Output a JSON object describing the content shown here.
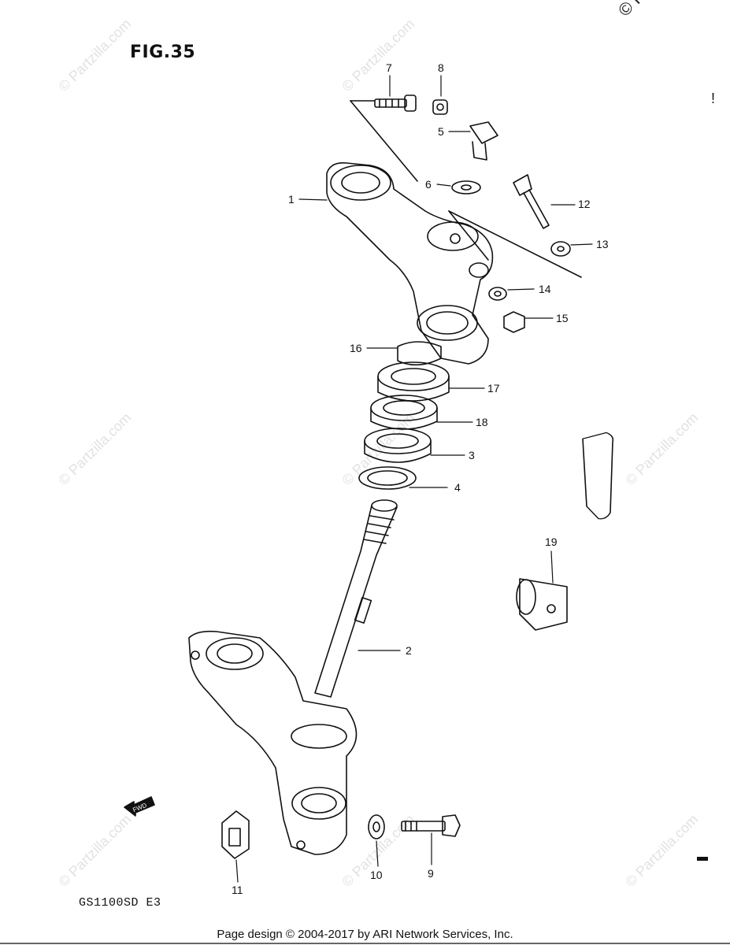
{
  "figure": {
    "title": "FIG.35",
    "model": "GS1100SD E3"
  },
  "corner_mark": "© Partzilla",
  "watermark_text": "© Partzilla.com",
  "footer": {
    "text": "Page design © 2004-2017 by ARI Network Services, Inc."
  },
  "callouts": [
    {
      "id": "7",
      "label": "7"
    },
    {
      "id": "8",
      "label": "8"
    },
    {
      "id": "5",
      "label": "5"
    },
    {
      "id": "6",
      "label": "6"
    },
    {
      "id": "1",
      "label": "1"
    },
    {
      "id": "12",
      "label": "12"
    },
    {
      "id": "13",
      "label": "13"
    },
    {
      "id": "14",
      "label": "14"
    },
    {
      "id": "15",
      "label": "15"
    },
    {
      "id": "16",
      "label": "16"
    },
    {
      "id": "17",
      "label": "17"
    },
    {
      "id": "18",
      "label": "18"
    },
    {
      "id": "3",
      "label": "3"
    },
    {
      "id": "4",
      "label": "4"
    },
    {
      "id": "19",
      "label": "19"
    },
    {
      "id": "2",
      "label": "2"
    },
    {
      "id": "10",
      "label": "10"
    },
    {
      "id": "9",
      "label": "9"
    },
    {
      "id": "11",
      "label": "11"
    }
  ],
  "fwd_label": "FWD"
}
